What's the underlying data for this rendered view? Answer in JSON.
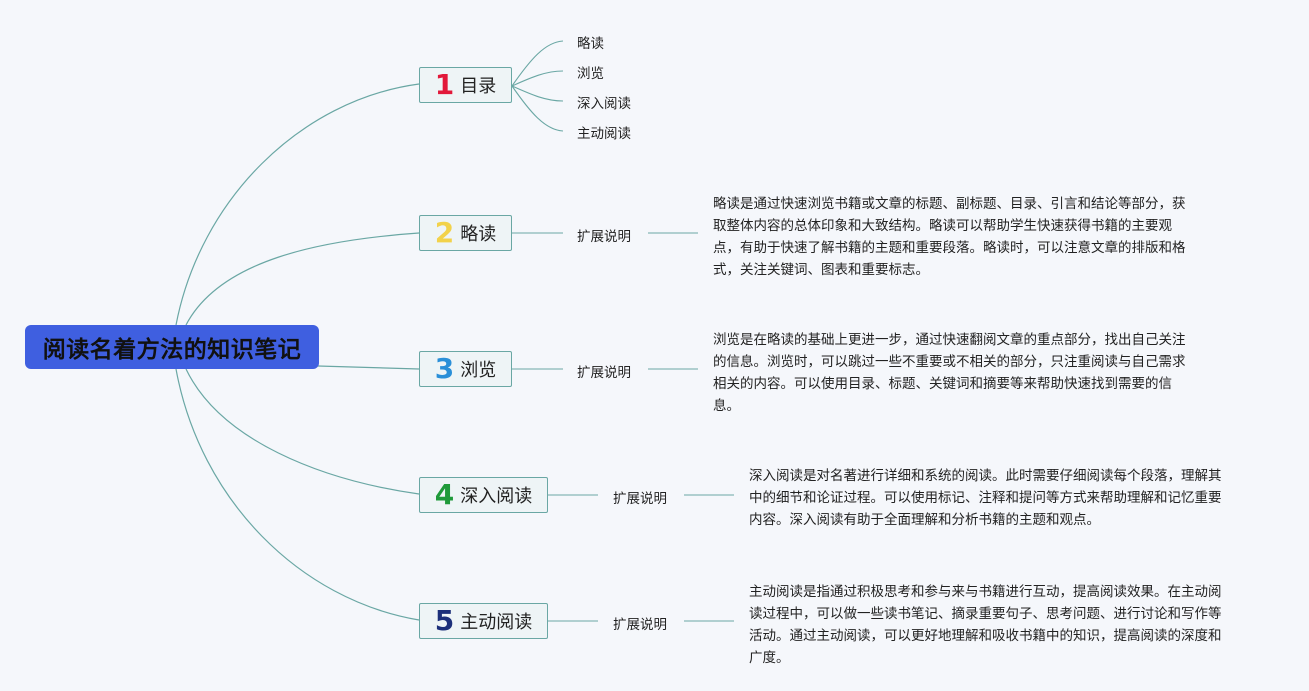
{
  "root": {
    "label": "阅读名着方法的知识笔记"
  },
  "branches": [
    {
      "num": "1",
      "label": "目录",
      "color": "#e2183a",
      "children": [
        "略读",
        "浏览",
        "深入阅读",
        "主动阅读"
      ]
    },
    {
      "num": "2",
      "label": "略读",
      "color": "#f2d24a",
      "expand": "扩展说明",
      "desc": "略读是通过快速浏览书籍或文章的标题、副标题、目录、引言和结论等部分，获\n取整体内容的总体印象和大致结构。略读可以帮助学生快速获得书籍的主要观\n点，有助于快速了解书籍的主题和重要段落。略读时，可以注意文章的排版和格\n式，关注关键词、图表和重要标志。"
    },
    {
      "num": "3",
      "label": "浏览",
      "color": "#2a8fd8",
      "expand": "扩展说明",
      "desc": "浏览是在略读的基础上更进一步，通过快速翻阅文章的重点部分，找出自己关注\n的信息。浏览时，可以跳过一些不重要或不相关的部分，只注重阅读与自己需求\n相关的内容。可以使用目录、标题、关键词和摘要等来帮助快速找到需要的信\n息。"
    },
    {
      "num": "4",
      "label": "深入阅读",
      "color": "#1f9a3a",
      "expand": "扩展说明",
      "desc": "深入阅读是对名著进行详细和系统的阅读。此时需要仔细阅读每个段落，理解其\n中的细节和论证过程。可以使用标记、注释和提问等方式来帮助理解和记忆重要\n内容。深入阅读有助于全面理解和分析书籍的主题和观点。"
    },
    {
      "num": "5",
      "label": "主动阅读",
      "color": "#1c2f7a",
      "expand": "扩展说明",
      "desc": "主动阅读是指通过积极思考和参与来与书籍进行互动，提高阅读效果。在主动阅\n读过程中，可以做一些读书笔记、摘录重要句子、思考问题、进行讨论和写作等\n活动。通过主动阅读，可以更好地理解和吸收书籍中的知识，提高阅读的深度和\n广度。"
    }
  ],
  "colors": {
    "line": "#6aa7a4",
    "root_bg": "#3f5fe0"
  }
}
